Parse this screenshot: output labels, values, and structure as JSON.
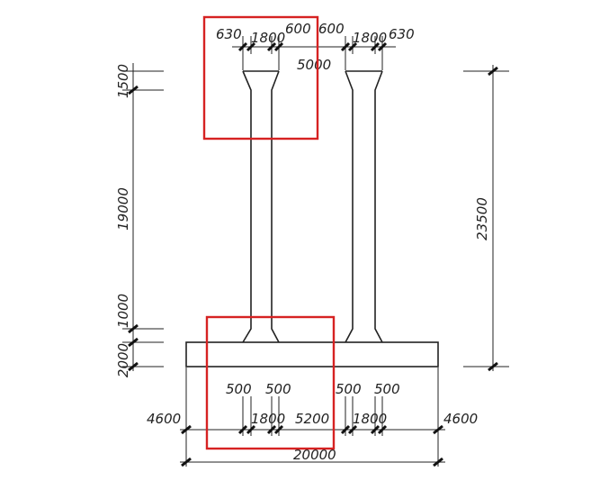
{
  "colors": {
    "drawing": "#222222",
    "highlight": "#d62222",
    "background": "#ffffff"
  },
  "top_dims": {
    "left": [
      "630",
      "1800",
      "600"
    ],
    "right": [
      "600",
      "1800",
      "630"
    ],
    "spacing": "5000"
  },
  "bottom_dims": {
    "left_offsets": [
      "500",
      "500"
    ],
    "right_offsets": [
      "500",
      "500"
    ],
    "col_left": "1800",
    "spacing": "5200",
    "col_right": "1800",
    "edge_left": "4600",
    "edge_right": "4600",
    "total": "20000"
  },
  "left_dims": [
    "1500",
    "19000",
    "1000",
    "2000"
  ],
  "right_dims": [
    "23500"
  ]
}
